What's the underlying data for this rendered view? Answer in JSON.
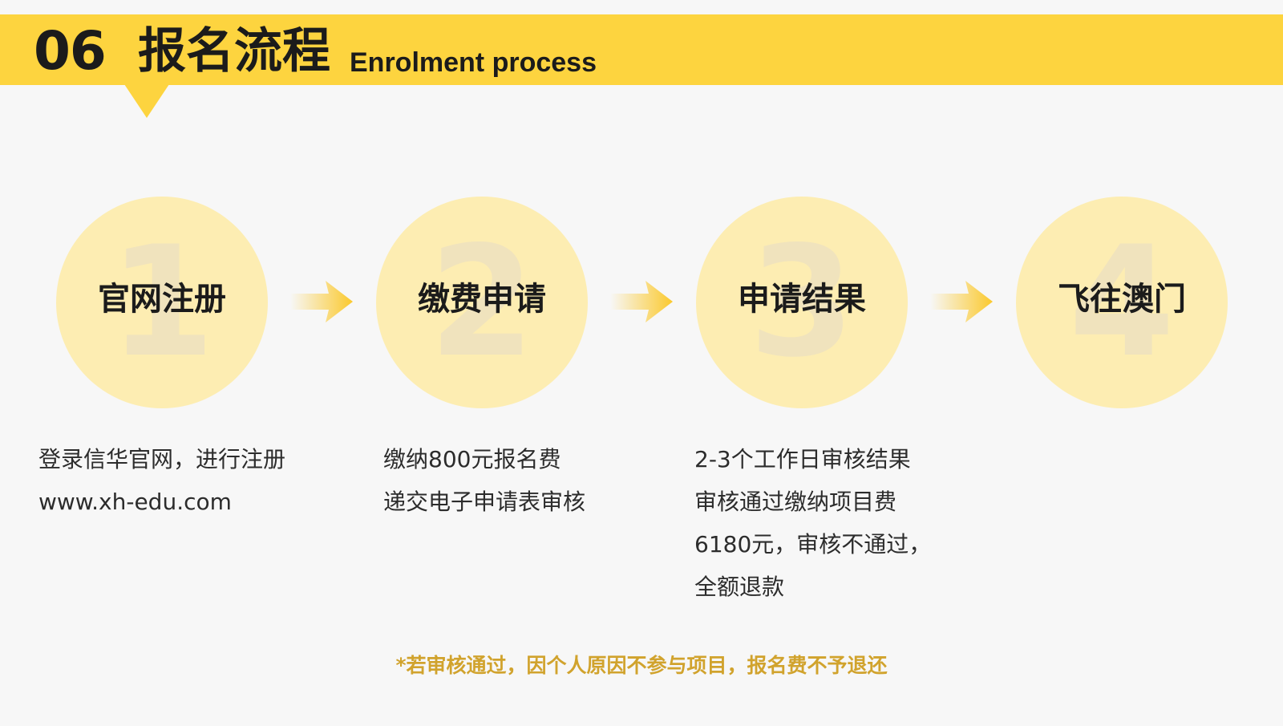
{
  "header": {
    "section_number": "06",
    "title": "报名流程",
    "subtitle": "Enrolment process"
  },
  "colors": {
    "banner": "#fdd43f",
    "circle": "#fdedb2",
    "arrow": "#fbc92d",
    "footnote": "#d1a32d"
  },
  "steps": [
    {
      "number": "1",
      "label": "官网注册"
    },
    {
      "number": "2",
      "label": "缴费申请"
    },
    {
      "number": "3",
      "label": "申请结果"
    },
    {
      "number": "4",
      "label": "飞往澳门"
    }
  ],
  "descriptions": [
    {
      "lines": [
        "登录信华官网，进行注册",
        "www.xh-edu.com"
      ]
    },
    {
      "lines": [
        "缴纳800元报名费",
        "递交电子申请表审核"
      ]
    },
    {
      "lines": [
        "2-3个工作日审核结果",
        "审核通过缴纳项目费",
        "6180元，审核不通过，",
        "全额退款"
      ]
    }
  ],
  "arrows": [
    "arrow-right-icon",
    "arrow-right-icon",
    "arrow-right-icon"
  ],
  "footnote": "*若审核通过，因个人原因不参与项目，报名费不予退还"
}
